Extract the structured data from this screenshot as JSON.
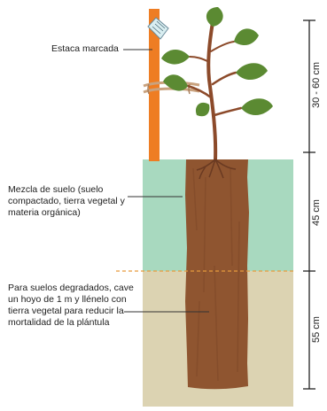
{
  "labels": {
    "stake": "Estaca marcada",
    "soil_mix": "Mezcla de suelo (suelo compactado, tierra vegetal y materia orgánica)",
    "degraded": "Para suelos degradados, cave un hoyo de 1 m y llénelo con tierra vegetal para reducir la mortalidad de la plántula"
  },
  "dimensions": {
    "top": "30 - 60 cm",
    "middle": "45 cm",
    "bottom": "55 cm"
  },
  "colors": {
    "upper_soil": "#a8d9bf",
    "lower_soil": "#dcd3b2",
    "hole": "#8f5530",
    "stake": "#ee7d23",
    "leaf": "#5b8a32",
    "stem": "#8c4a2a",
    "guide_line": "#e69a3c",
    "dim_line": "#222222"
  }
}
